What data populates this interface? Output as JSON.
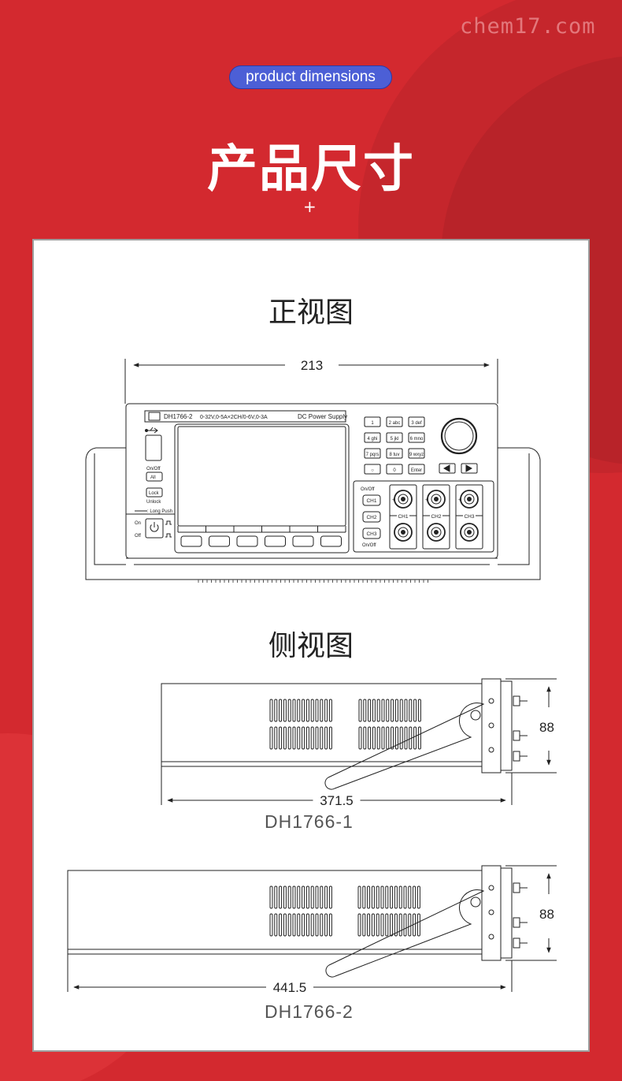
{
  "watermark": "chem17.com",
  "header": {
    "badge": "product dimensions",
    "title": "产品尺寸",
    "plus": "+"
  },
  "colors": {
    "background": "#d3292f",
    "badge": "#4c5fd6",
    "panel": "#ffffff"
  },
  "front_view": {
    "heading": "正视图",
    "width_dim": "213",
    "device": {
      "model": "DH1766-2",
      "spec": "0-32V,0-5A×2CH/0-6V,0-3A",
      "label": "DC Power Supply",
      "left_controls": {
        "on_off": "On/Off",
        "all": "All",
        "lock": "Lock",
        "unlock": "Unlock",
        "long_push": ": Long Push",
        "on": "On",
        "off": "Off",
        "power_icon": "power-icon",
        "usb_icon": "usb-icon"
      },
      "keypad": [
        "1",
        "2 abc",
        "3 def",
        "4 ghi",
        "5 jkl",
        "6 mno",
        "7 pqrs",
        "8 tuv",
        "9 wxyz",
        "○",
        "0",
        "Enter"
      ],
      "arrows": [
        "◀",
        "▶"
      ],
      "channel_block": {
        "on_off_top": "On/Off",
        "on_off_bottom": "On/Off",
        "buttons": [
          "CH1",
          "CH2",
          "CH3"
        ],
        "labels": [
          "CH1",
          "CH2",
          "CH3"
        ]
      }
    }
  },
  "side_view": {
    "heading": "侧视图",
    "models": [
      {
        "name": "DH1766-1",
        "length": "371.5",
        "height": "88"
      },
      {
        "name": "DH1766-2",
        "length": "441.5",
        "height": "88"
      }
    ]
  }
}
